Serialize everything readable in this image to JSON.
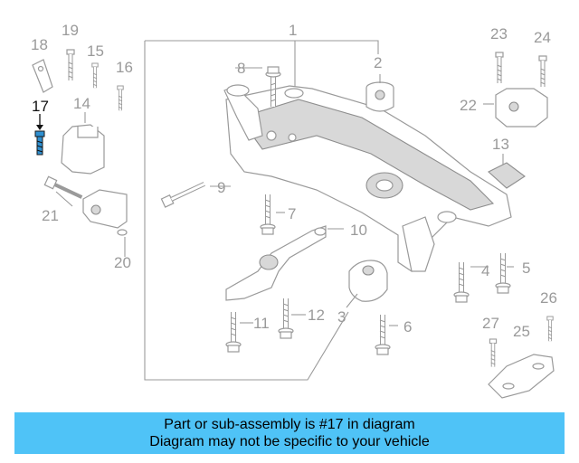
{
  "diagram": {
    "highlight_color": "#2e8fd0",
    "callouts": [
      {
        "id": "c1",
        "label": "1"
      },
      {
        "id": "c2",
        "label": "2"
      },
      {
        "id": "c3",
        "label": "3"
      },
      {
        "id": "c4",
        "label": "4"
      },
      {
        "id": "c5",
        "label": "5"
      },
      {
        "id": "c6",
        "label": "6"
      },
      {
        "id": "c7",
        "label": "7"
      },
      {
        "id": "c8",
        "label": "8"
      },
      {
        "id": "c9",
        "label": "9"
      },
      {
        "id": "c10",
        "label": "10"
      },
      {
        "id": "c11",
        "label": "11"
      },
      {
        "id": "c12",
        "label": "12"
      },
      {
        "id": "c13",
        "label": "13"
      },
      {
        "id": "c14",
        "label": "14"
      },
      {
        "id": "c15",
        "label": "15"
      },
      {
        "id": "c16",
        "label": "16"
      },
      {
        "id": "c17",
        "label": "17",
        "highlighted": true
      },
      {
        "id": "c18",
        "label": "18"
      },
      {
        "id": "c19",
        "label": "19"
      },
      {
        "id": "c20",
        "label": "20"
      },
      {
        "id": "c21",
        "label": "21"
      },
      {
        "id": "c22",
        "label": "22"
      },
      {
        "id": "c23",
        "label": "23"
      },
      {
        "id": "c24",
        "label": "24"
      },
      {
        "id": "c25",
        "label": "25"
      },
      {
        "id": "c26",
        "label": "26"
      },
      {
        "id": "c27",
        "label": "27"
      }
    ]
  },
  "banner": {
    "line1": "Part or sub-assembly is #17 in diagram",
    "line2": "Diagram may not be specific to your vehicle",
    "color": "#4fc3f7"
  }
}
